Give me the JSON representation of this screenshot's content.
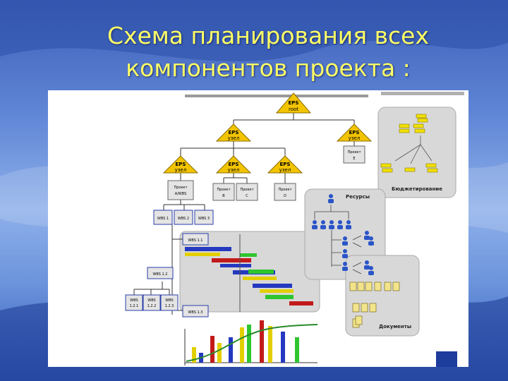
{
  "slide": {
    "title_line1": "Схема планирования всех",
    "title_line2": "компонентов проекта :"
  },
  "diagram": {
    "eps_root": {
      "line1": "EPS",
      "line2": "root"
    },
    "eps_nodes": [
      {
        "line1": "EPS",
        "line2": "узел"
      },
      {
        "line1": "EPS",
        "line2": "узел"
      },
      {
        "line1": "EPS",
        "line2": "узел"
      },
      {
        "line1": "EPS",
        "line2": "узел"
      },
      {
        "line1": "EPS",
        "line2": "узел"
      }
    ],
    "projects": {
      "a": {
        "line1": "Проект",
        "line2": "A/WBS"
      },
      "b": {
        "line1": "Проект",
        "line2": "B"
      },
      "c": {
        "line1": "Проект",
        "line2": "C"
      },
      "d": {
        "line1": "Проект",
        "line2": "D"
      },
      "e": {
        "line1": "Проект",
        "line2": "E"
      }
    },
    "wbs_top": [
      "WBS 1",
      "WBS 2",
      "WBS 3"
    ],
    "wbs_1_1": "WBS 1.1",
    "wbs_1_2": "WBS 1.2",
    "wbs_1_3": "WBS 1.3",
    "wbs_sub": [
      {
        "line1": "WBS",
        "line2": "1.2.1"
      },
      {
        "line1": "WBS",
        "line2": "1.2.2"
      },
      {
        "line1": "WBS",
        "line2": "1.2.3"
      }
    ],
    "resources_label": "Ресурсы",
    "budget_label": "Бюджетирование",
    "documents_label": "Документы",
    "colors": {
      "eps_fill": "#f2c400",
      "budget_fill": "#f2e000",
      "resource_person": "#2a55c8",
      "gantt_blue": "#2438c0",
      "gantt_red": "#c21a1a",
      "gantt_green": "#2ec52e",
      "gantt_yellow": "#e3cf00",
      "panel_gray": "#d8d8d8",
      "title_color": "#ffff66"
    }
  }
}
